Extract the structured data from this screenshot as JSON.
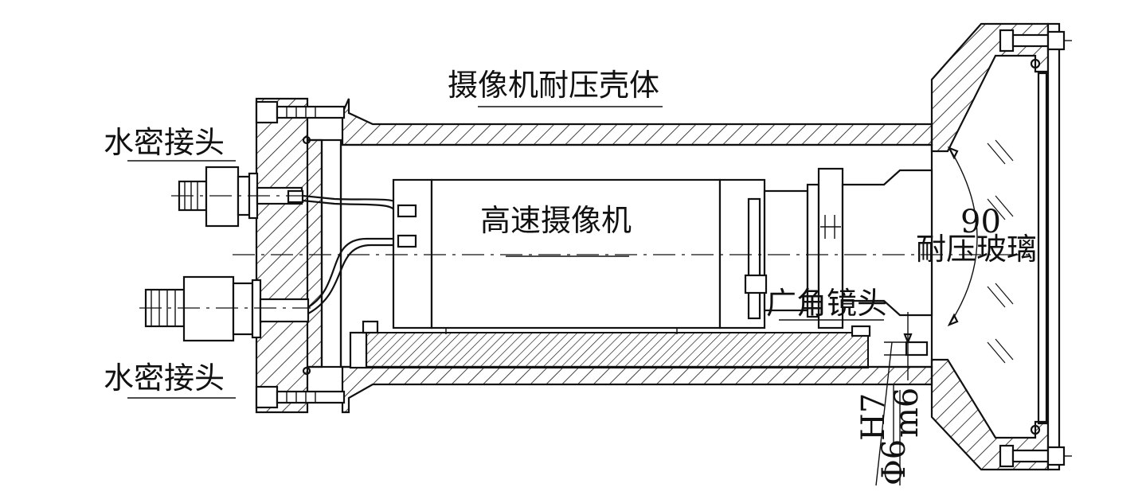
{
  "diagram": {
    "labels": {
      "housing": "摄像机耐压壳体",
      "connector_top": "水密接头",
      "connector_bottom": "水密接头",
      "camera": "高速摄像机",
      "lens": "广角镜头",
      "glass": "耐压玻璃",
      "angle": "90",
      "fit_numerator": "H7",
      "fit_denominator": "m6",
      "fit_diameter": "Φ6"
    }
  }
}
